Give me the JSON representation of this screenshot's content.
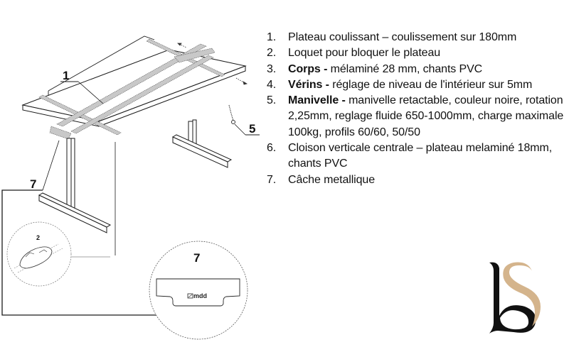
{
  "diagram": {
    "subject": "Height-adjustable desk with sliding top",
    "callouts": {
      "c1": "1",
      "c2": "2",
      "c5": "5",
      "c7_main": "7",
      "c7_detail": "7"
    },
    "detail_7_brand": "mdd",
    "arrows": [
      "slide-left-arrow",
      "slide-right-arrow"
    ]
  },
  "legend": {
    "items": [
      {
        "num": "1.",
        "bold": "",
        "text": "Plateau coulissant – coulissement sur 180mm"
      },
      {
        "num": "2.",
        "bold": "",
        "text": "Loquet pour bloquer le plateau"
      },
      {
        "num": "3.",
        "bold": "Corps -",
        "text": " mélaminé 28 mm, chants PVC"
      },
      {
        "num": "4.",
        "bold": "Vérins -",
        "text": " réglage de niveau de l'intérieur sur 5mm"
      },
      {
        "num": "5.",
        "bold": "Manivelle -",
        "text": " manivelle retactable, couleur noire, rotation 2,25mm, reglage fluide 650-1000mm, charge maximale 100kg, profils 60/60, 50/50"
      },
      {
        "num": "6.",
        "bold": "",
        "text": "Cloison verticale centrale – plateau melaminé 18mm, chants PVC"
      },
      {
        "num": "7.",
        "bold": "",
        "text": "Câche metallique"
      }
    ]
  },
  "logo": {
    "name": "BS monogram",
    "colors": {
      "b": "#111111",
      "s": "#d4b48c"
    }
  },
  "colors": {
    "line": "#1a1a1a",
    "frame_fill": "#c8c8c8",
    "background": "#ffffff"
  }
}
